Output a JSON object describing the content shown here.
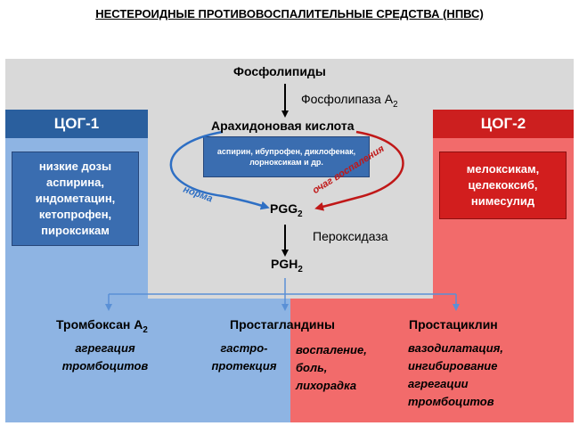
{
  "title": "НЕСТЕРОИДНЫЕ ПРОТИВОВОСПАЛИТЕЛЬНЫЕ СРЕДСТВА (НПВС)",
  "pathway": {
    "phospholipids": "Фосфолипиды",
    "phospholipase": "Фосфолипаза A",
    "phospholipase_sub": "2",
    "arachidonic_acid": "Арахидоновая кислота",
    "pgg": "PGG",
    "pgg_sub": "2",
    "peroxidase": "Пероксидаза",
    "pgh": "PGH",
    "pgh_sub": "2"
  },
  "center_drugs": "аспирин, ибупрофен, диклофенак, лорноксикам и др.",
  "arrows": {
    "norm": "норма",
    "inflammation": "очаг воспаления"
  },
  "cox1": {
    "header": "ЦОГ-1",
    "drugs": [
      "низкие дозы",
      "аспирина,",
      "индометацин,",
      "кетопрофен,",
      "пироксикам"
    ]
  },
  "cox2": {
    "header": "ЦОГ-2",
    "drugs": [
      "мелоксикам,",
      "целекоксиб,",
      "нимесулид"
    ]
  },
  "products": {
    "thromboxane": {
      "name": "Тромбоксан A",
      "sub": "2",
      "effect": [
        "агрегация",
        "тромбоцитов"
      ]
    },
    "prostaglandins": {
      "name": "Простагландины",
      "effect_cox1": [
        "гастро-",
        "протекция"
      ],
      "effect_cox2": [
        "воспаление,",
        "боль,",
        "лихорадка"
      ]
    },
    "prostacyclin": {
      "name": "Простациклин",
      "effect": [
        "вазодилатация,",
        "ингибирование",
        "агрегации",
        "тромбоцитов"
      ]
    }
  },
  "colors": {
    "cox1_light": "#8eb4e3",
    "cox1_dark": "#2a5f9e",
    "cox2_light": "#f26b6b",
    "cox2_dark": "#cc1f1f",
    "neutral_bg": "#d9d9d9"
  }
}
